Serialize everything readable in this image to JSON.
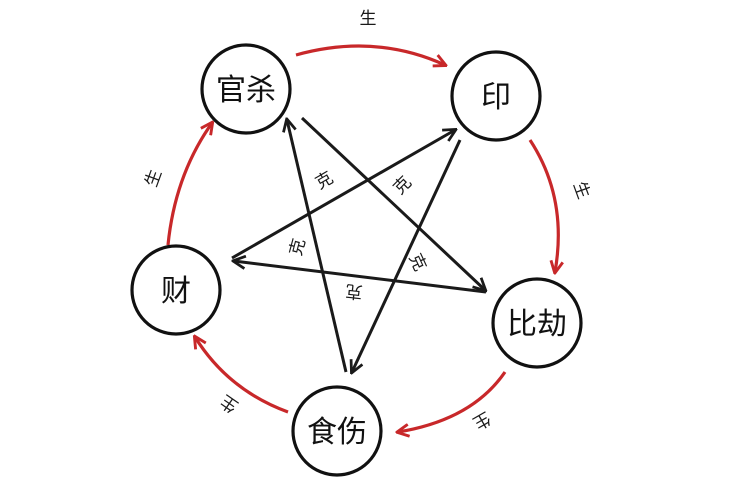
{
  "colors": {
    "generate": "#c8282a",
    "control": "#1a1a1a",
    "node_stroke": "#111111",
    "background": "#ffffff"
  },
  "nodes": [
    {
      "id": "guansha",
      "label": "官杀"
    },
    {
      "id": "yin",
      "label": "印"
    },
    {
      "id": "bijie",
      "label": "比劫"
    },
    {
      "id": "shishang",
      "label": "食伤"
    },
    {
      "id": "cai",
      "label": "财"
    }
  ],
  "generate_edges": [
    {
      "from": "guansha",
      "to": "yin",
      "label": "生"
    },
    {
      "from": "yin",
      "to": "bijie",
      "label": "生"
    },
    {
      "from": "bijie",
      "to": "shishang",
      "label": "生"
    },
    {
      "from": "shishang",
      "to": "cai",
      "label": "生"
    },
    {
      "from": "cai",
      "to": "guansha",
      "label": "生"
    }
  ],
  "control_edges": [
    {
      "from": "guansha",
      "to": "bijie",
      "label": "克"
    },
    {
      "from": "bijie",
      "to": "cai",
      "label": "克"
    },
    {
      "from": "cai",
      "to": "yin",
      "label": "克"
    },
    {
      "from": "yin",
      "to": "shishang",
      "label": "克"
    },
    {
      "from": "shishang",
      "to": "guansha",
      "label": "克"
    }
  ]
}
